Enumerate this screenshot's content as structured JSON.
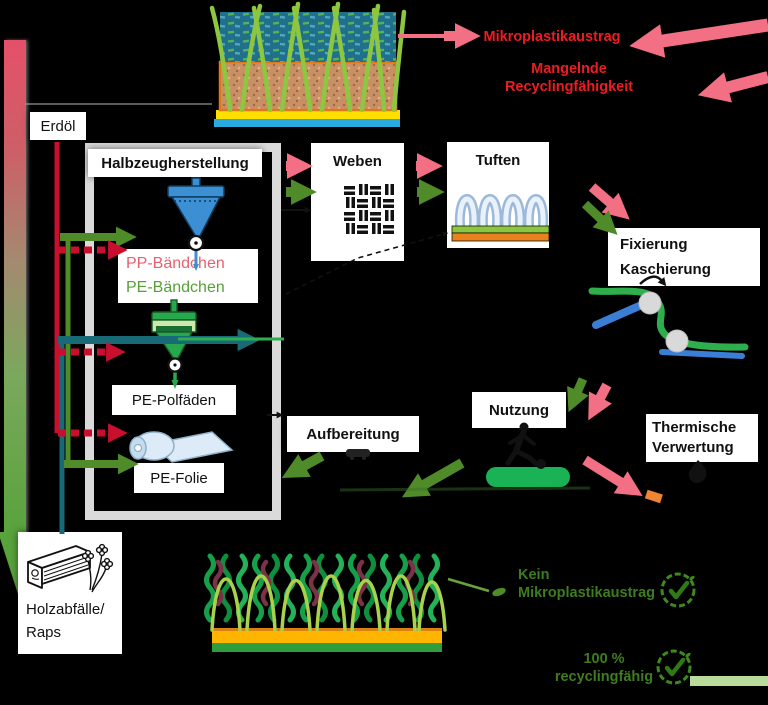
{
  "background": "#000000",
  "nodes": {
    "erdoel": {
      "label": "Erdöl"
    },
    "halbzeugherstellung": {
      "title": "Halbzeugherstellung",
      "pp_baendchen": "PP-Bändchen",
      "pe_baendchen": "PE-Bändchen",
      "pe_polfaeden": "PE-Polfäden",
      "pe_folie": "PE-Folie"
    },
    "weben": {
      "label": "Weben"
    },
    "tuften": {
      "label": "Tuften"
    },
    "fixierung": {
      "line1": "Fixierung",
      "line2": "Kaschierung"
    },
    "nutzung": {
      "label": "Nutzung"
    },
    "thermische_verwertung": {
      "line1": "Thermische",
      "line2": "Verwertung"
    },
    "aufbereitung": {
      "label": "Aufbereitung"
    },
    "holzabfaelle": {
      "line1": "Holzabfälle/",
      "line2": "Raps"
    }
  },
  "annotations": {
    "problem_microplastic": "Mikroplastikaustrag",
    "problem_recycling_line1": "Mangelnde",
    "problem_recycling_line2": "Recyclingfähigkeit",
    "benefit_microplastic_line1": "Kein",
    "benefit_microplastic_line2": "Mikroplastikaustrag",
    "benefit_recycling_line1": "100 %",
    "benefit_recycling_line2": "recyclingfähig"
  },
  "colors": {
    "pink_arrow": "#f26f84",
    "red_line": "#c8102e",
    "green_arrow": "#4f8b28",
    "teal_line": "#186a76",
    "red_text": "#ed1c24",
    "green_text": "#3e7d1e",
    "pp_text": "#e8606f",
    "pe_text": "#57a038",
    "frame_gray": "#dadada",
    "funnel_blue": "#3d8fd4",
    "funnel_green": "#28a84c",
    "field_green": "#19b254",
    "backing_orange": "#e8821c",
    "gradient_top": "#e5506a",
    "gradient_bottom": "#58a33c"
  },
  "icons": [
    "turf-cross-section-icon",
    "bio-turf-icon",
    "extruder-blue-icon",
    "extruder-green-icon",
    "film-roll-icon",
    "weave-icon",
    "tuft-loops-icon",
    "laminator-rollers-icon",
    "soccer-player-icon",
    "flame-icon",
    "shredder-icon",
    "wood-plank-icon",
    "rapeseed-icon",
    "check-circle-icon",
    "leaf-icon"
  ]
}
